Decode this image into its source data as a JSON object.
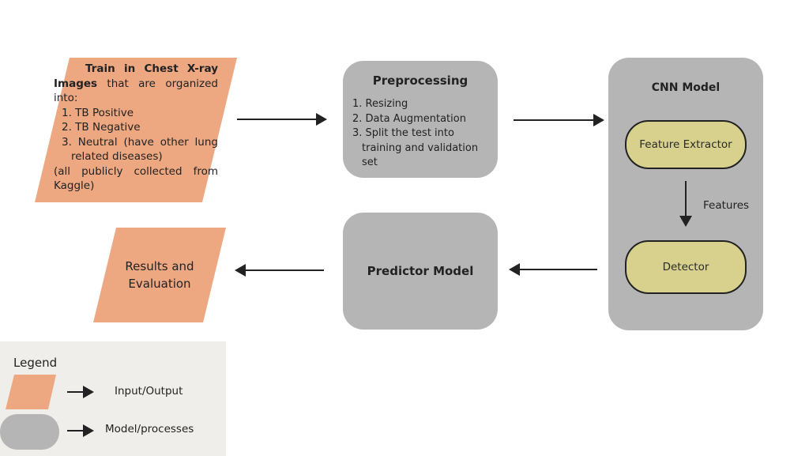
{
  "colors": {
    "io_fill": "#eda882",
    "process_fill": "#b5b5b5",
    "submodule_fill": "#d8d18e",
    "legend_bg": "#efeeea",
    "arrow": "#222222"
  },
  "input_node": {
    "title_bold": "Train in Chest X-ray Images",
    "title_rest": "that are organized into:",
    "items": [
      "1. TB Positive",
      "2. TB Negative",
      "3. Neutral (have other lung related diseases)"
    ],
    "footnote": "(all publicly collected from Kaggle)"
  },
  "preprocessing": {
    "title": "Preprocessing",
    "steps": [
      "1. Resizing",
      "2. Data Augmentation",
      "3. Split the test into training and validation set"
    ]
  },
  "cnn_model": {
    "title": "CNN Model",
    "feature_extractor": "Feature Extractor",
    "edge_label": "Features",
    "detector": "Detector"
  },
  "predictor": {
    "title": "Predictor Model"
  },
  "output_node": {
    "label": "Results and Evaluation"
  },
  "legend": {
    "title": "Legend",
    "items": [
      {
        "shape": "parallelogram",
        "label": "Input/Output"
      },
      {
        "shape": "rounded-rect",
        "label": "Model/processes"
      }
    ]
  }
}
